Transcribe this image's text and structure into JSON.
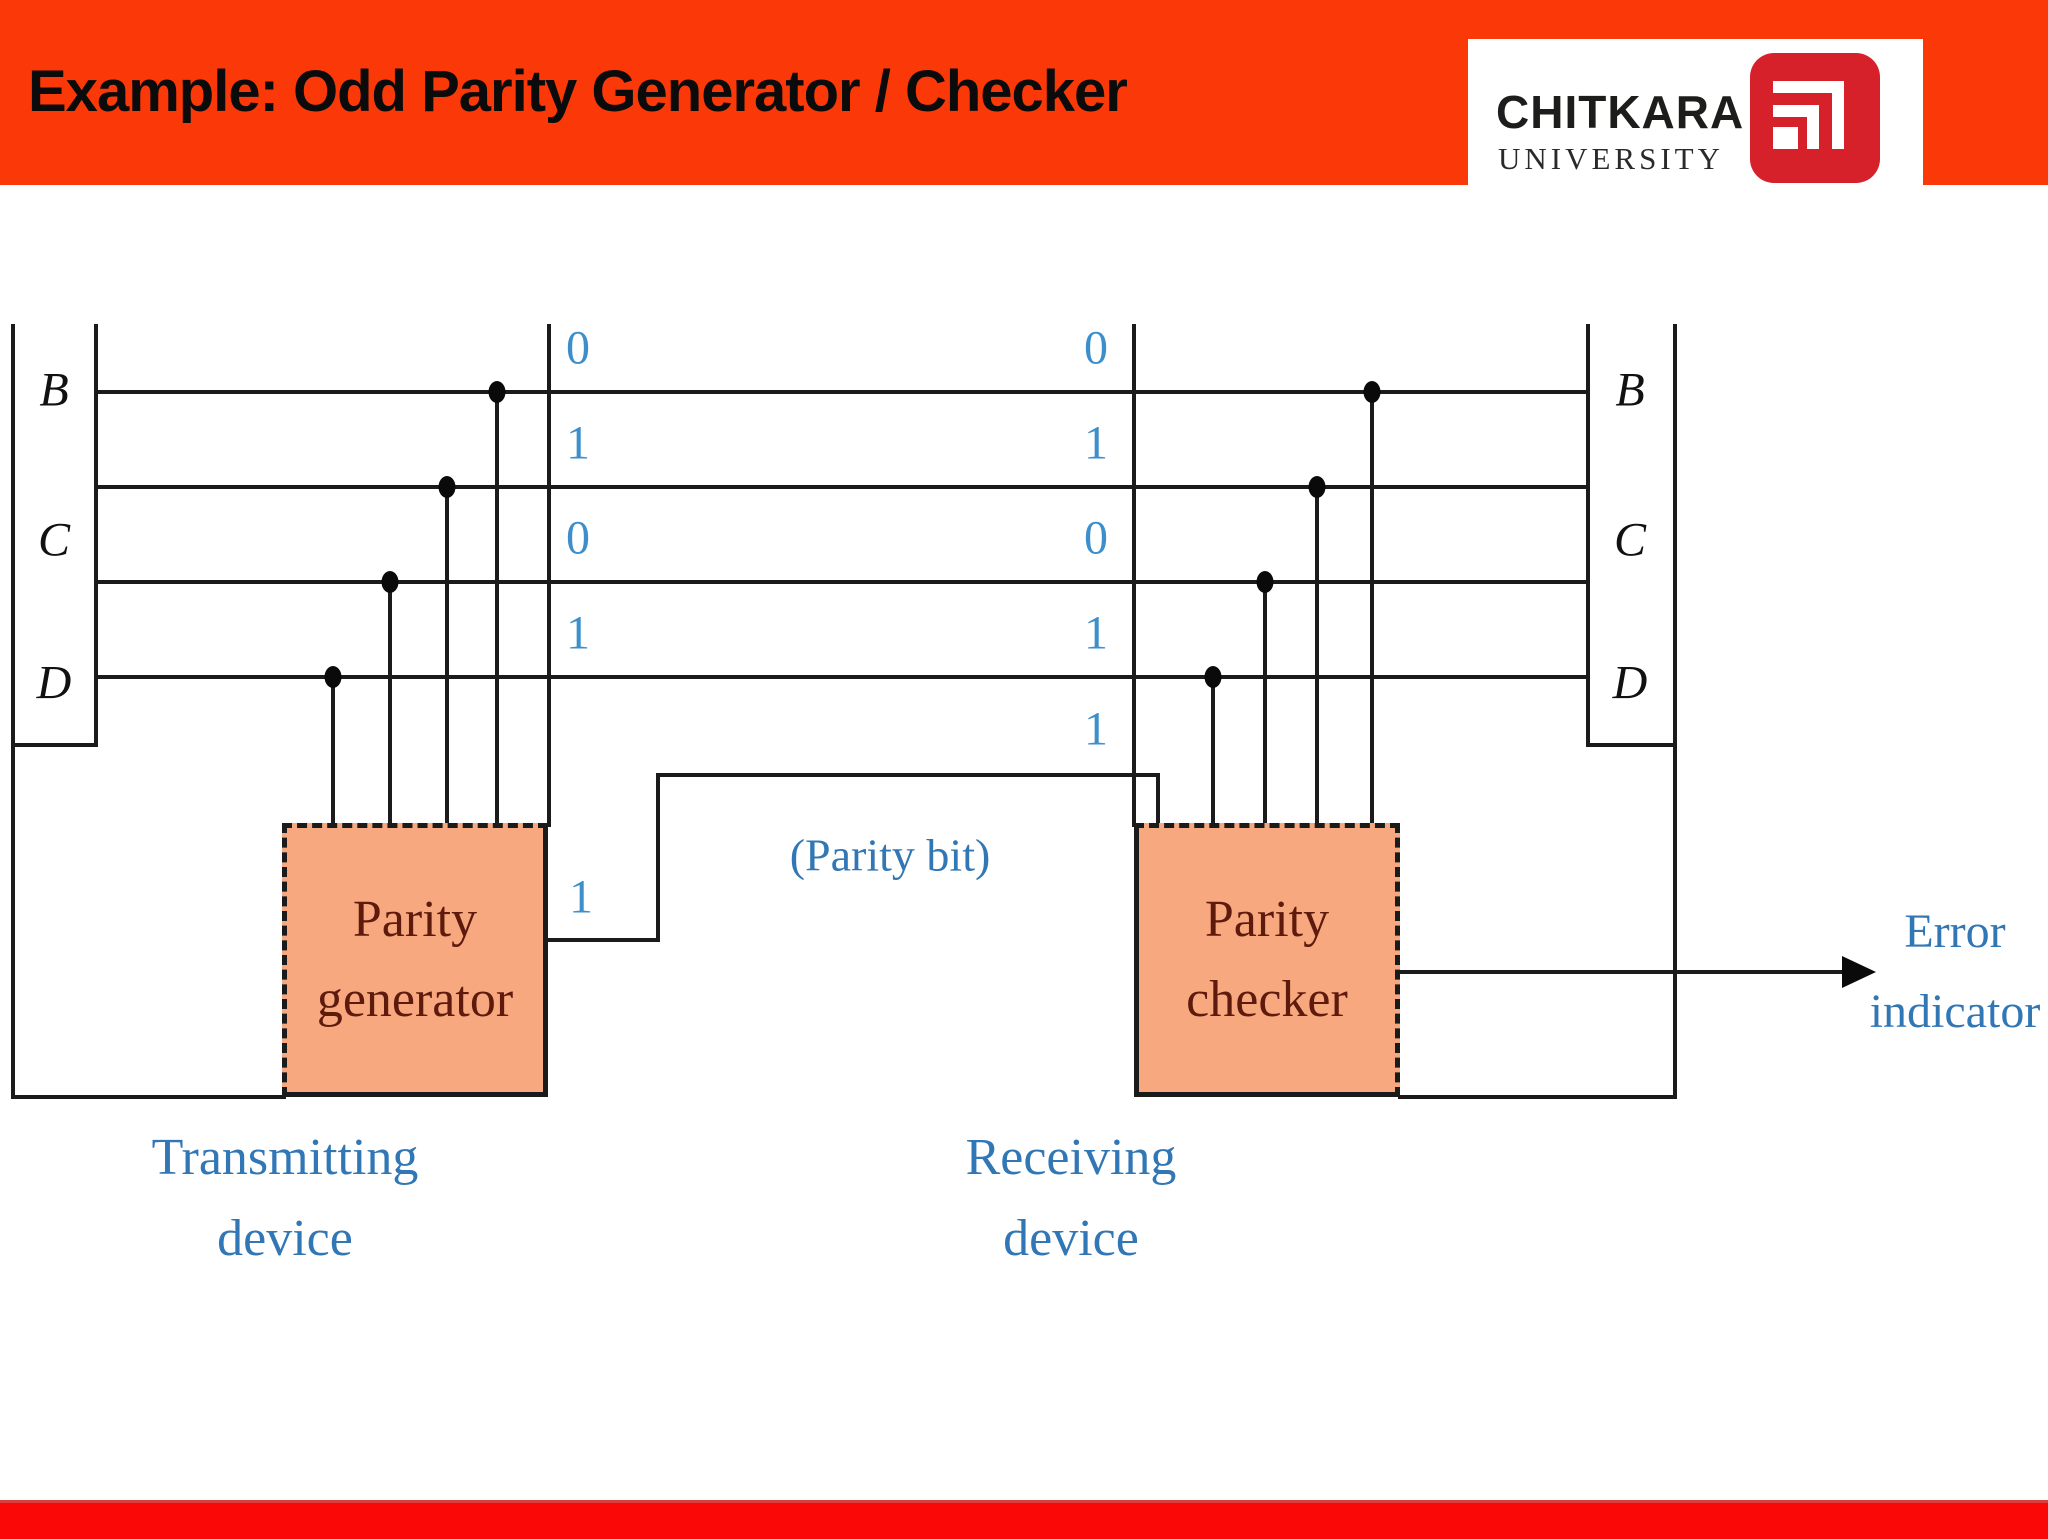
{
  "slide": {
    "title": "Example: Odd Parity Generator / Checker"
  },
  "logo": {
    "brand": "CHITKARA",
    "sub": "UNIVERSITY"
  },
  "diagram": {
    "tx_labels": [
      "B",
      "C",
      "D"
    ],
    "rx_labels": [
      "B",
      "C",
      "D"
    ],
    "tx_bits": [
      "0",
      "1",
      "0",
      "1"
    ],
    "rx_bits": [
      "0",
      "1",
      "0",
      "1",
      "1"
    ],
    "generated_parity_bit": "1",
    "parity_bit_caption": "(Parity bit)",
    "generator_line1": "Parity",
    "generator_line2": "generator",
    "checker_line1": "Parity",
    "checker_line2": "checker",
    "transmitting_line1": "Transmitting",
    "transmitting_line2": "device",
    "receiving_line1": "Receiving",
    "receiving_line2": "device",
    "error_line1": "Error",
    "error_line2": "indicator"
  },
  "colors": {
    "header_red": "#fb3908",
    "footer_red": "#fa0707",
    "box_fill": "#f7a87e",
    "box_text": "#5e1b0d",
    "blue_text": "#3277b5",
    "digit_blue": "#3d8fcc",
    "logo_red": "#d6202a",
    "line": "#1b1b1b"
  }
}
